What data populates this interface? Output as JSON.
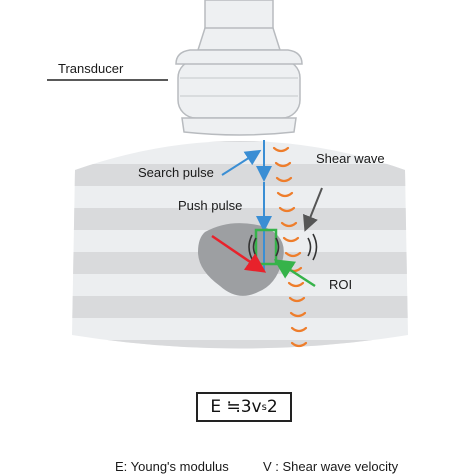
{
  "labels": {
    "transducer": "Transducer",
    "search_pulse": "Search pulse",
    "push_pulse": "Push pulse",
    "shear_wave": "Shear wave",
    "roi": "ROI"
  },
  "formula": {
    "prefix": "E ≒3v",
    "subscript": "s",
    "suffix": "2"
  },
  "legend": {
    "e_def": "E: Young's modulus",
    "v_def": "V : Shear wave velocity"
  },
  "colors": {
    "push_arrow": "#e8222b",
    "search_arrow": "#3a8ed4",
    "shear_wave": "#ee7d2b",
    "roi_box": "#36b34a",
    "field_stripe": "#d9dadc",
    "field_bg": "#eceef0",
    "lesion": "#9d9fa2"
  }
}
